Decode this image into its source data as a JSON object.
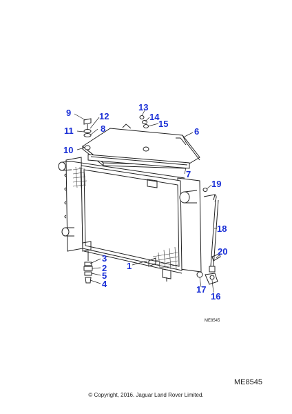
{
  "diagram": {
    "callouts": [
      "9",
      "12",
      "8",
      "11",
      "10",
      "13",
      "14",
      "15",
      "6",
      "7",
      "19",
      "18",
      "20",
      "17",
      "16",
      "3",
      "2",
      "5",
      "4",
      "1"
    ],
    "drawing_ref_small": "ME8545",
    "drawing_ref": "ME8545",
    "copyright": "© Copyright, 2016. Jaguar Land Rover Limited."
  }
}
